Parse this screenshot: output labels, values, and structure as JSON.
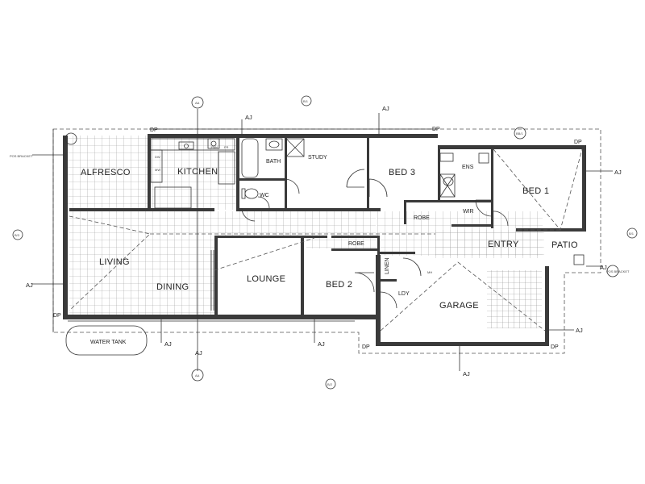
{
  "rooms": {
    "alfresco": "ALFRESCO",
    "kitchen": "KITCHEN",
    "bath": "BATH",
    "wc": "WC",
    "study": "STUDY",
    "bed3": "BED 3",
    "ens": "ENS",
    "bed1": "BED 1",
    "robe1": "ROBE",
    "wir": "WIR",
    "living": "LIVING",
    "dining": "DINING",
    "lounge": "LOUNGE",
    "robe2": "ROBE",
    "bed2": "BED 2",
    "linen": "LINEN",
    "ldy": "LDY",
    "garage": "GARAGE",
    "entry": "ENTRY",
    "patio": "PATIO",
    "water_tank": "WATER TANK"
  },
  "fixtures": {
    "dw": "DW",
    "mw": "MW",
    "fr": "FR",
    "pan": "PAN",
    "mh": "MH"
  },
  "markers": {
    "aj": "AJ",
    "dp": "DP",
    "aa": "AA",
    "b1": "B/1",
    "b2": "B/2",
    "b3": "B/3",
    "bb": "BB/1",
    "pos_bracket": "POS BRACKET"
  }
}
